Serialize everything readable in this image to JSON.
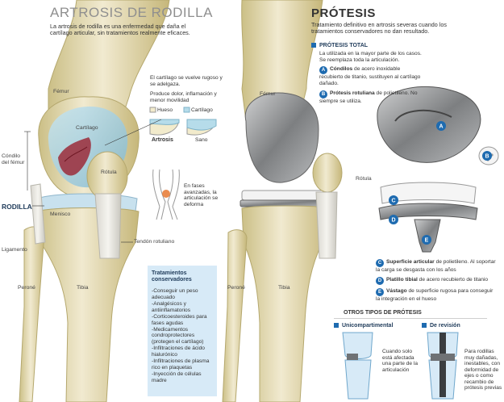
{
  "left": {
    "title": "ARTROSIS DE RODILLA",
    "intro": "La artrosis de rodilla es una enfermedad que daña el cartílago articular, sin tratamientos realmente eficaces.",
    "labels": {
      "femur": "Fémur",
      "cartilago": "Cartílago",
      "condilo": "Cóndilo\ndel fémur",
      "rodilla": "RODILLA",
      "menisco": "Menisco",
      "rotula": "Rótula",
      "ligamento": "Ligamento",
      "tendon": "Tendón rotuliano",
      "perone": "Peroné",
      "tibia": "Tibia"
    },
    "cartilage_note": "El cartílago se vuelve rugoso y se adelgaza.",
    "symptoms_note": "Produce dolor, inflamación y menor movilidad",
    "legend_hueso": "Hueso",
    "legend_cartilago": "Cartílago",
    "artrosis_label": "Artrosis",
    "sano_label": "Sano",
    "deform_note": "En fases avanzadas, la articulación se deforma"
  },
  "treatments": {
    "heading": "Tratamientos conservadores",
    "items": [
      "-Conseguir un peso adecuado",
      "-Analgésicos y antiinflamatorios",
      "-Corticoesteroides para fases agudas",
      "-Medicamentos condroprotectores (protegen el cartílago)",
      "-Infiltraciones de ácido hialurónico",
      "-Infiltraciones de plasma rico en plaquetas",
      "-Inyección de células madre"
    ]
  },
  "right": {
    "title": "PRÓTESIS",
    "intro": "Tratamiento definitivo en artrosis severas cuando los tratamientos conservadores no dan resultado.",
    "total": {
      "heading": "PRÓTESIS TOTAL",
      "desc": "La utilizada en la mayor parte de los casos. Se reemplaza toda la articulación.",
      "parts": [
        {
          "letter": "A",
          "bold": "Cóndilos",
          "text": " de acero inoxidable recubierto de titanio, sustituyen al cartílago dañado."
        },
        {
          "letter": "B",
          "bold": "Prótesis rotuliana",
          "text": " de polietileno. No siempre se utiliza."
        },
        {
          "letter": "C",
          "bold": "Superficie articular",
          "text": " de polietileno. Al soportar la carga se desgasta con los años"
        },
        {
          "letter": "D",
          "bold": "Platillo tibial",
          "text": " de acero recubierto de titanio"
        },
        {
          "letter": "E",
          "bold": "Vástago",
          "text": " de superficie rugosa para conseguir la integración en el hueso"
        }
      ]
    },
    "labels": {
      "femur": "Fémur",
      "rotula": "Rótula",
      "perone": "Peroné",
      "tibia": "Tibia"
    },
    "other_types": {
      "heading": "OTROS TIPOS DE PRÓTESIS",
      "uni_heading": "Unicompartimental",
      "uni_text": "Cuando solo está afectada una parte de la articulación",
      "rev_heading": "De revisión",
      "rev_text": "Para rodillas muy dañadas, inestables, con deformidad de ejes o como recambio de prótesis previas"
    }
  },
  "colors": {
    "accent": "#1e6bb0",
    "treatment_box": "#d7eaf7",
    "bone": "#e8dfb0",
    "cartilage": "#a9d3e4",
    "metal": "#8b8d8f"
  }
}
